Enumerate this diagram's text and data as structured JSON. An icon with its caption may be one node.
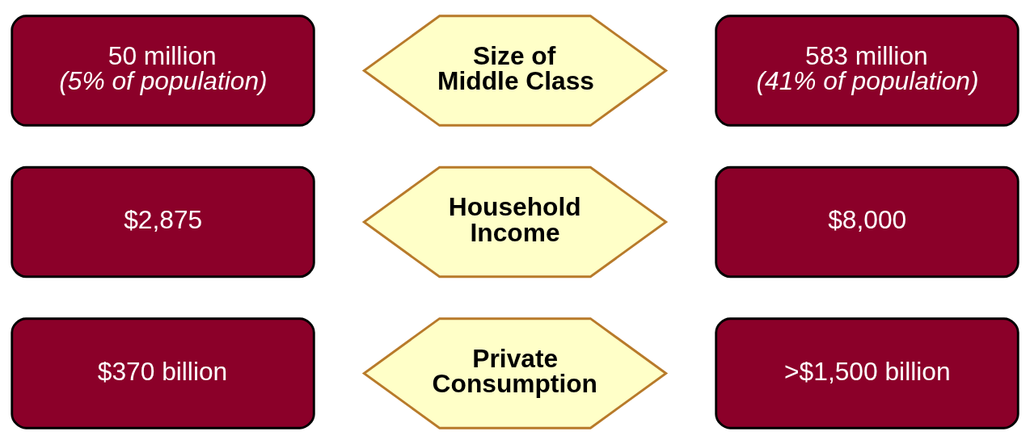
{
  "diagram": {
    "nodes": [
      {
        "text": [
          "50 million",
          "(5% of population)"
        ]
      },
      {
        "text": [
          "Size of Middle Class"
        ]
      },
      {
        "text": [
          "583 million",
          "(41% of population)"
        ]
      },
      {
        "text": [
          "$2,875"
        ]
      },
      {
        "text": [
          "Household Income"
        ]
      },
      {
        "text": [
          "$8,000"
        ]
      },
      {
        "text": [
          "$370 billion"
        ]
      },
      {
        "text": [
          "Private Consumption"
        ]
      },
      {
        "text": [
          ">$1,500 billion"
        ]
      }
    ]
  }
}
